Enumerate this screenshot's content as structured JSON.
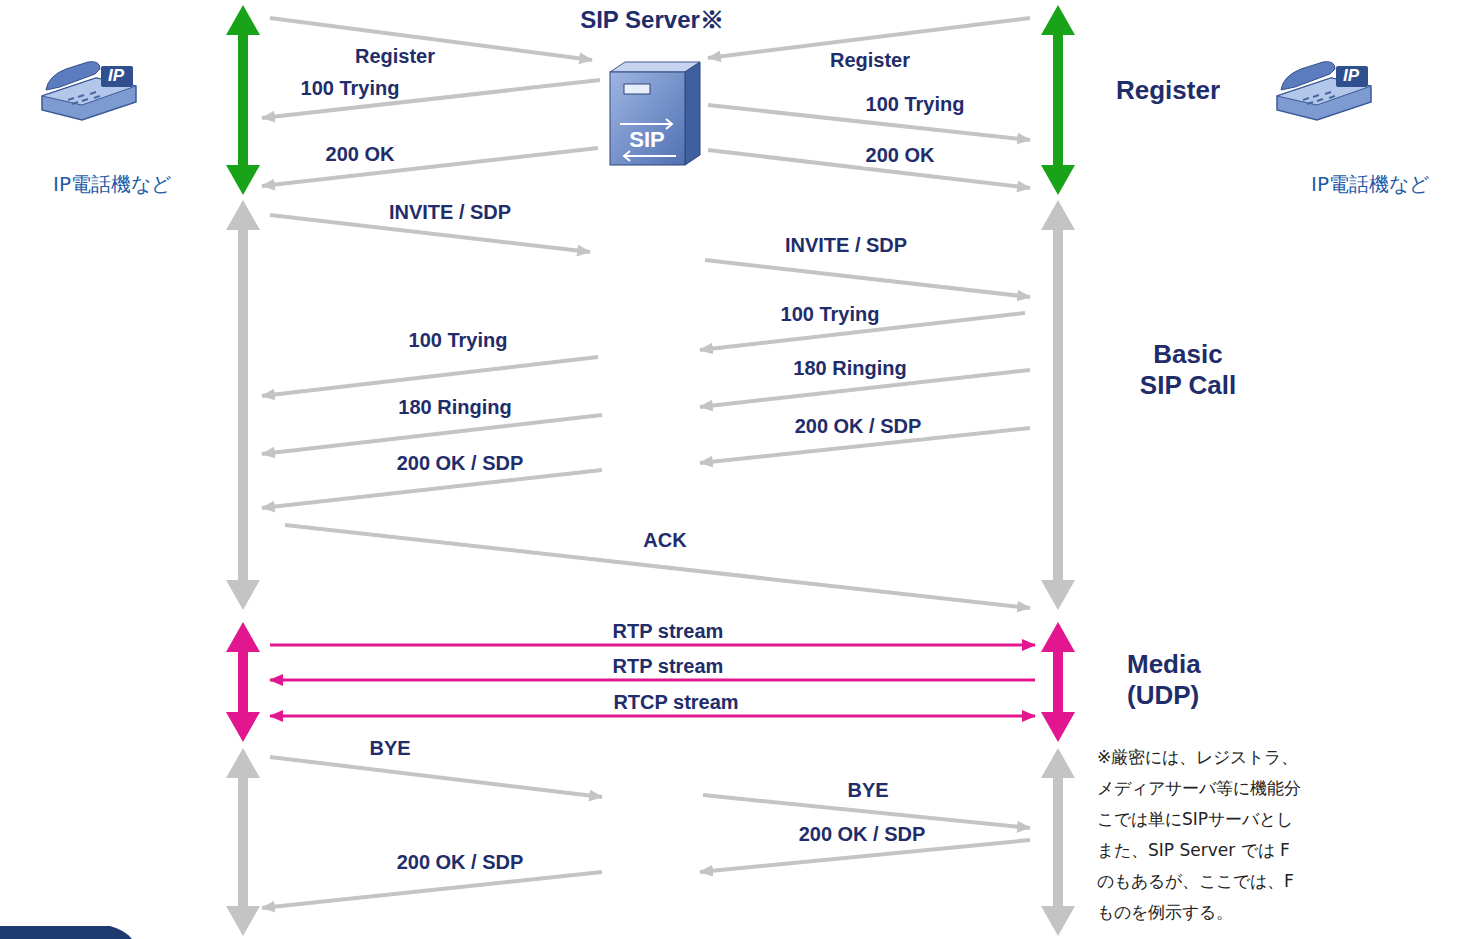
{
  "diagram": {
    "nodes": [
      {
        "text": [
          "IP電話機など"
        ]
      },
      {
        "text": [
          "SIP Server※"
        ]
      },
      {
        "text": [
          "IP電話機など"
        ]
      }
    ],
    "labels": [
      "Register",
      "Register",
      "100 Trying",
      "100 Trying",
      "200 OK",
      "200 OK",
      "Register",
      "INVITE / SDP",
      "INVITE / SDP",
      "100 Trying",
      "100 Trying",
      "180 Ringing",
      "180 Ringing",
      "200 OK / SDP",
      "200 OK / SDP",
      "Basic SIP Call",
      "ACK",
      "RTP stream",
      "RTP stream",
      "RTCP stream",
      "Media (UDP)",
      "BYE",
      "BYE",
      "200 OK / SDP",
      "200 OK / SDP",
      "※厳密には、レジストラ、",
      "メディアサーバ等に機能分",
      "こでは単にSIPサーバとし",
      "また、SIP Server では F",
      "のもあるが、ここでは、F",
      "ものを例示する。",
      "IP",
      "SIP",
      "IP"
    ]
  }
}
